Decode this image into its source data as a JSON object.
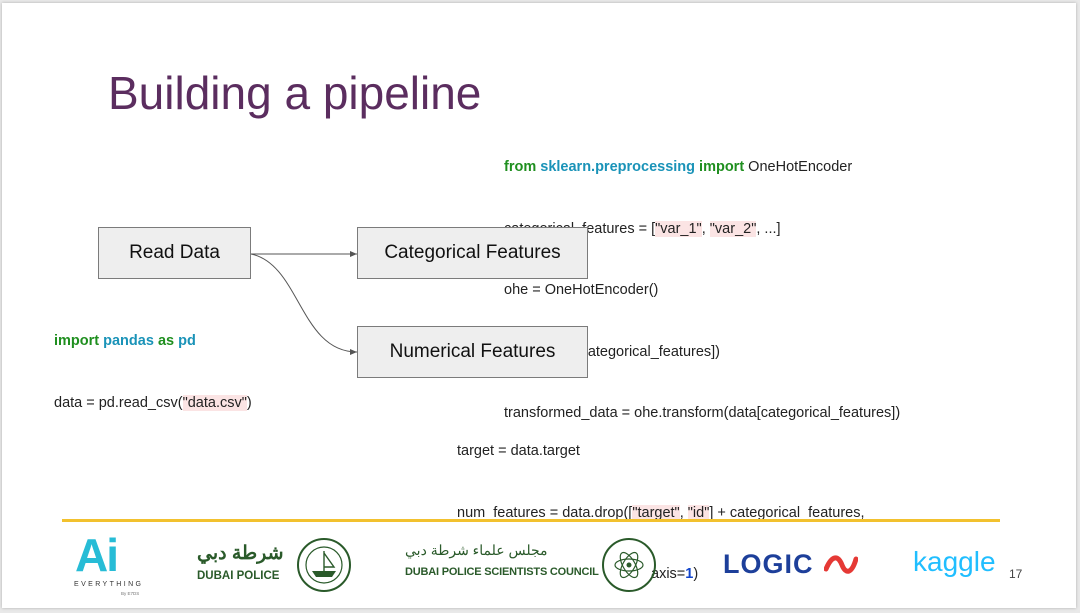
{
  "slide": {
    "title": "Building a pipeline",
    "page_number": "17"
  },
  "code_top": {
    "line1": {
      "kw1": "from",
      "mod": "sklearn.preprocessing",
      "kw2": "import",
      "rest": " OneHotEncoder"
    },
    "line2": {
      "a": "categorical_features = [",
      "s1": "\"var_1\"",
      "b": ", ",
      "s2": "\"var_2\"",
      "c": ", ...]"
    },
    "line3": "ohe = OneHotEncoder()",
    "line4": "ohe.fit(data[categorical_features])",
    "line5": "transformed_data = ohe.transform(data[categorical_features])"
  },
  "code_left": {
    "line1": {
      "kw1": "import",
      "mod": "pandas",
      "kw2": "as",
      "alias": "pd"
    },
    "line2": {
      "a": "data = pd.read_csv(",
      "s1": "\"data.csv\"",
      "b": ")"
    }
  },
  "code_bottom": {
    "line1": "target = data.target",
    "line2": {
      "a": "num_features = data.drop([",
      "s1": "\"target\"",
      "b": ", ",
      "s2": "\"id\"",
      "c": "] + categorical_features,"
    },
    "line3": {
      "a": "axis=",
      "n": "1",
      "b": ")"
    }
  },
  "diagram": {
    "read_data": "Read Data",
    "categorical": "Categorical Features",
    "numerical": "Numerical Features"
  },
  "logos": {
    "ai": {
      "letters": "Ai",
      "sub": "EVERYTHING",
      "by": "By E7DS"
    },
    "dubai_police": {
      "arabic": "شرطة دبي",
      "english": "DUBAI POLICE"
    },
    "scientists": {
      "arabic": "مجلس علماء شرطة دبي",
      "english": "DUBAI POLICE SCIENTISTS COUNCIL"
    },
    "logic": "LOGIC",
    "kaggle": "kaggle"
  },
  "colors": {
    "title": "#5b2d5f",
    "keyword_green": "#1f8f1f",
    "keyword_teal": "#1a93b8",
    "divider": "#f2c12e",
    "ai_logo": "#27bcd6",
    "kaggle": "#20beff",
    "logic": "#1d3f9a"
  }
}
